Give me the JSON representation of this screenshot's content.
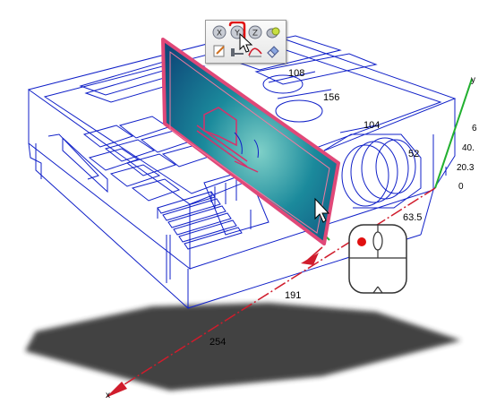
{
  "toolbar": {
    "buttons": [
      {
        "name": "x-axis-button",
        "label": "X",
        "icon": "x-axis-icon"
      },
      {
        "name": "y-axis-button",
        "label": "Y",
        "icon": "y-axis-icon",
        "active": true
      },
      {
        "name": "z-axis-button",
        "label": "Z",
        "icon": "z-axis-icon"
      },
      {
        "name": "cylinder-button",
        "icon": "cylinder-icon"
      },
      {
        "name": "edit-plane-button",
        "icon": "edit-plane-icon"
      },
      {
        "name": "move-plane-button",
        "icon": "move-plane-icon"
      },
      {
        "name": "curve-button",
        "icon": "curve-icon"
      },
      {
        "name": "eraser-button",
        "icon": "eraser-icon"
      }
    ]
  },
  "dimensions": {
    "d108": "108",
    "d156": "156",
    "d104": "104",
    "d52": "52",
    "d63_5": "63.5",
    "d191": "191",
    "d254": "254"
  },
  "y_axis": {
    "label": "y",
    "ticks": [
      "6",
      "40.",
      "20.3",
      "0"
    ]
  },
  "x_axis": {
    "label": "x"
  },
  "colors": {
    "wireframe": "#1020c8",
    "plane_border": "#e04878",
    "plane_fill": "#127a90",
    "axis_x": "#d01c2c",
    "axis_y": "#22b030",
    "shadow": "#3a3a3a",
    "highlight": "#e01010"
  },
  "mouse_hint": {
    "icon": "mouse-left-click-icon"
  },
  "cursor": {
    "icon": "arrow-cursor-icon"
  }
}
